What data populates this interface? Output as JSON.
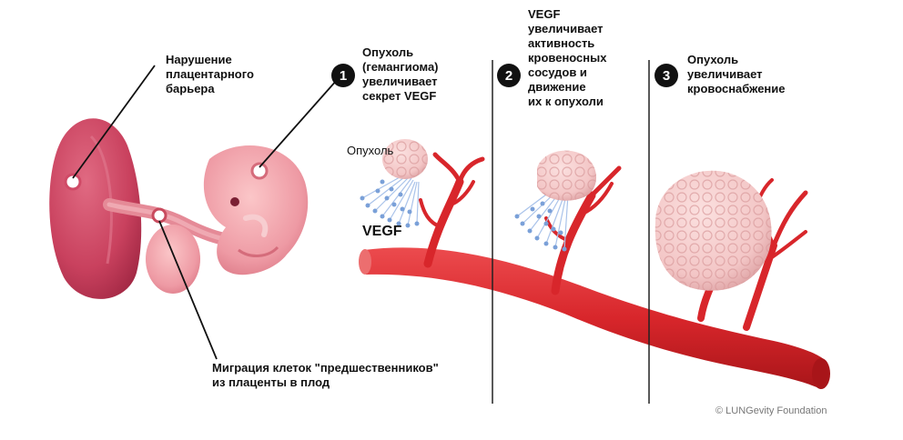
{
  "labels": {
    "placenta_barrier": "Нарушение\nплацентарного\nбарьера",
    "migration": "Миграция клеток \"предшественников\"\nиз плаценты в плод",
    "tumor_word": "Опухоль",
    "vegf_word": "VEGF"
  },
  "steps": [
    {
      "number": "1",
      "text": "Опухоль\n(гемангиома)\nувеличивает\nсекрет VEGF"
    },
    {
      "number": "2",
      "text": "VEGF\nувеличивает\nактивность\nкровеносных\nсосудов и\nдвижение\nих к опухоли"
    },
    {
      "number": "3",
      "text": "Опухоль\nувеличивает\nкровоснабжение"
    }
  ],
  "copyright": "© LUNGevity Foundation",
  "colors": {
    "vessel": "#d8262b",
    "vessel_dark": "#a81519",
    "placenta": "#c9415e",
    "embryo": "#ee9aa4",
    "tumor": "#f3c6c6",
    "vegf_dots": "#7aa0d8"
  }
}
